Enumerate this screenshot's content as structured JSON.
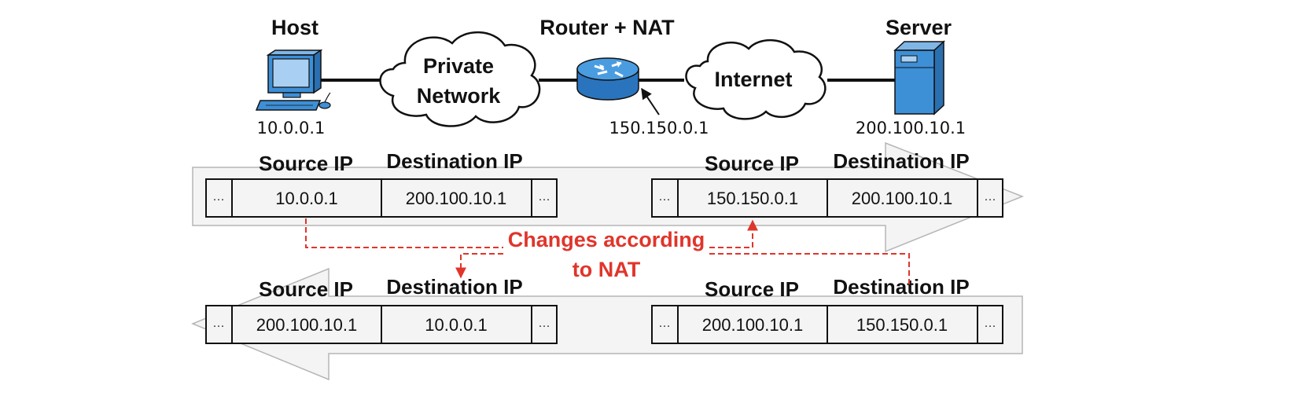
{
  "labels": {
    "host": "Host",
    "router": "Router + NAT",
    "server": "Server",
    "private_network": [
      "Private",
      "Network"
    ],
    "internet": "Internet"
  },
  "addresses": {
    "host_ip": "10.0.0.1",
    "router_ip": "150.150.0.1",
    "server_ip": "200.100.10.1"
  },
  "headers": {
    "source": "Source IP",
    "destination": "Destination IP",
    "ellipsis": "···"
  },
  "packets": {
    "outbound_left": {
      "source": "10.0.0.1",
      "destination": "200.100.10.1"
    },
    "outbound_right": {
      "source": "150.150.0.1",
      "destination": "200.100.10.1"
    },
    "inbound_left": {
      "source": "200.100.10.1",
      "destination": "10.0.0.1"
    },
    "inbound_right": {
      "source": "200.100.10.1",
      "destination": "150.150.0.1"
    }
  },
  "annotation": [
    "Changes according",
    "to NAT"
  ],
  "colors": {
    "device_blue": "#3d8fd6",
    "annotation_red": "#e0352b",
    "arrow_fill": "#f4f4f4"
  }
}
